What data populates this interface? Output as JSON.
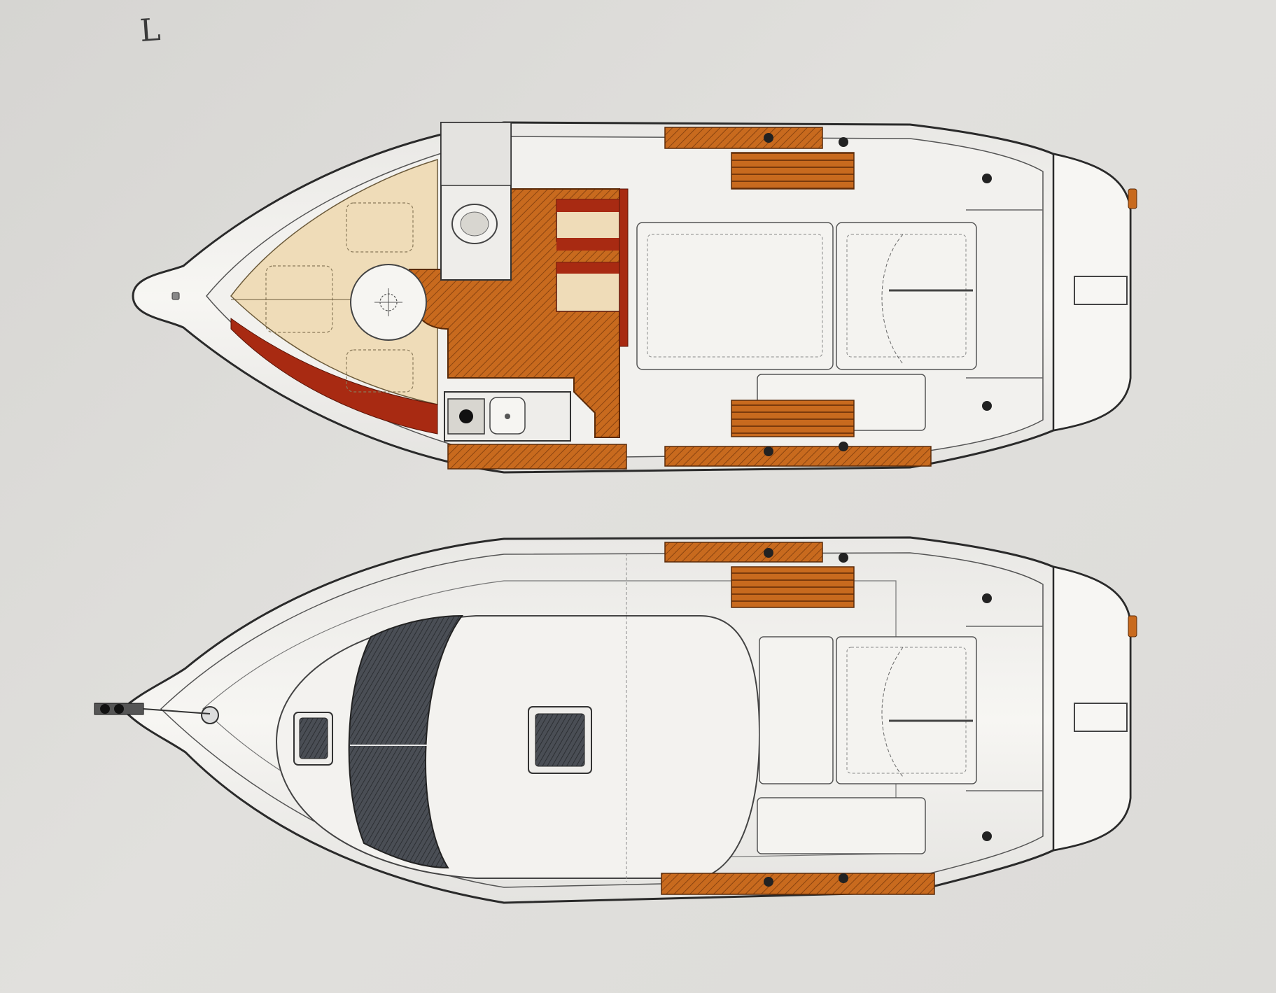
{
  "handwritten_mark": "L",
  "colors": {
    "background": "#d9d8d5",
    "hull_white": "#f4f3f0",
    "hull_outline": "#2a2a2a",
    "teak": "#c86a1e",
    "teak_dark": "#8a4410",
    "cushion_beige": "#efdcb8",
    "cushion_red": "#a82a12",
    "window_dark": "#3b3f45"
  },
  "views": [
    {
      "name": "interior-layout",
      "icons": [
        "toilet-icon",
        "stove-icon",
        "sink-icon",
        "table-icon"
      ]
    },
    {
      "name": "deck-layout",
      "icons": [
        "hatch-icon",
        "windshield-icon",
        "anchor-winch-icon"
      ]
    }
  ]
}
